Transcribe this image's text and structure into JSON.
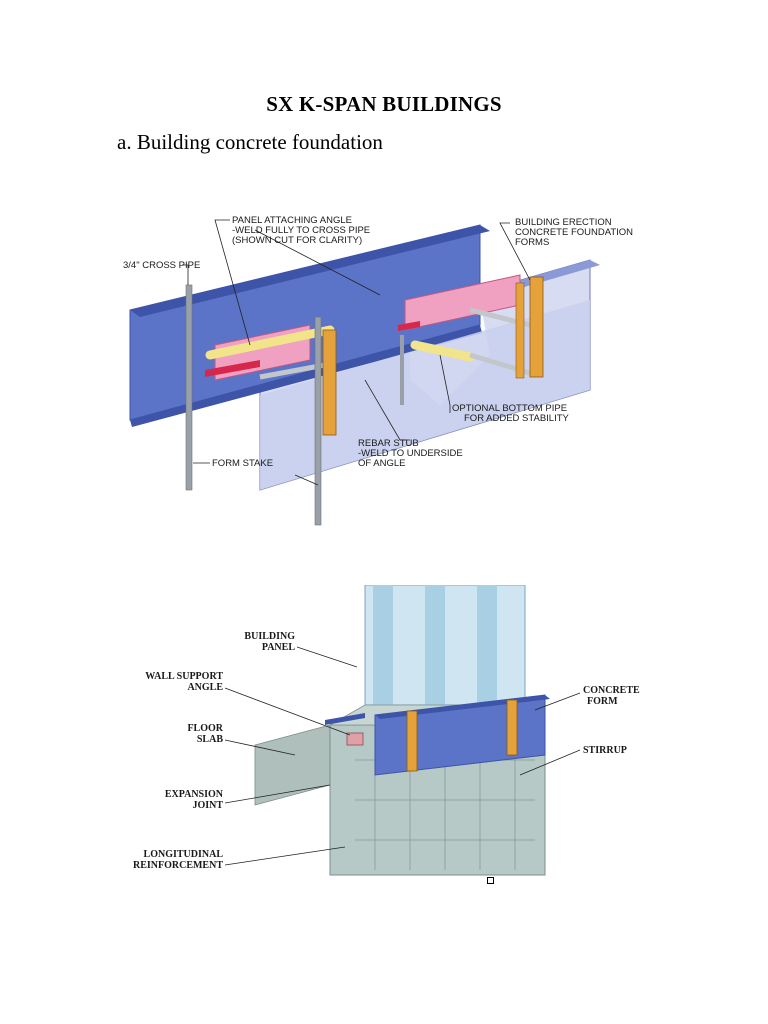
{
  "heading": "SX K-SPAN BUILDINGS",
  "subheading": "a.  Building concrete foundation",
  "figure1": {
    "labels": {
      "panel_angle_1": "PANEL ATTACHING ANGLE",
      "panel_angle_2": "-WELD FULLY TO CROSS PIPE",
      "panel_angle_3": "(SHOWN CUT FOR CLARITY)",
      "erection_1": "BUILDING ERECTION",
      "erection_2": "CONCRETE FOUNDATION",
      "erection_3": "FORMS",
      "cross_pipe": "3/4\" CROSS PIPE",
      "bottom_pipe_1": "OPTIONAL BOTTOM PIPE",
      "bottom_pipe_2": "FOR ADDED STABILITY",
      "rebar_1": "REBAR STUB",
      "rebar_2": "-WELD TO UNDERSIDE",
      "rebar_3": "OF ANGLE",
      "form_stake": "FORM STAKE"
    }
  },
  "figure2": {
    "labels": {
      "building_panel_1": "BUILDING",
      "building_panel_2": "PANEL",
      "wall_support_1": "WALL SUPPORT",
      "wall_support_2": "ANGLE",
      "floor_slab_1": "FLOOR",
      "floor_slab_2": "SLAB",
      "expansion_1": "EXPANSION",
      "expansion_2": "JOINT",
      "longitudinal_1": "LONGITUDINAL",
      "longitudinal_2": "REINFORCEMENT",
      "concrete_form_1": "CONCRETE",
      "concrete_form_2": "FORM",
      "stirrup": "STIRRUP"
    }
  },
  "colors": {
    "form_blue": "#5b74c8",
    "form_blue_dark": "#3d54a8",
    "angle_pink": "#f0a0c0",
    "pipe_yellow": "#f2e48a",
    "stake_gray": "#9aa0a8",
    "concrete": "#b7c9c6",
    "panel_glass": "#cfe6f2"
  }
}
